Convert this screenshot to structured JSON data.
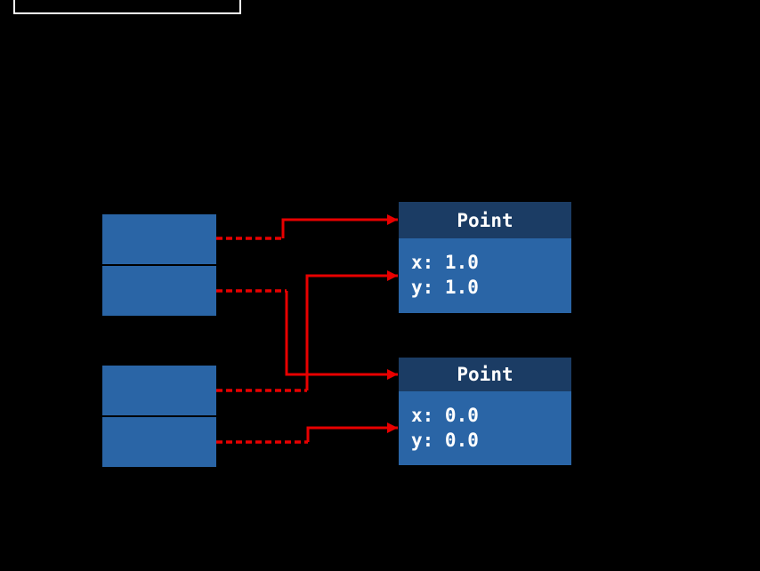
{
  "colors": {
    "background": "#000000",
    "slot_fill": "#2a65a6",
    "object_header_fill": "#1b3c64",
    "object_body_fill": "#2a65a6",
    "arrow_red": "#e80000",
    "outline_white": "#ffffff",
    "text_white": "#ffffff"
  },
  "legend_box": {
    "visible_part": "bottom edge and lower side edges of a white-outlined box cut off by the top of the image"
  },
  "frames": {
    "slot_count": 4,
    "slots": [
      {
        "id": "slot-1",
        "label": ""
      },
      {
        "id": "slot-2",
        "label": ""
      },
      {
        "id": "slot-3",
        "label": ""
      },
      {
        "id": "slot-4",
        "label": ""
      }
    ]
  },
  "objects": [
    {
      "id": "point-1",
      "class_name": "Point",
      "fields": [
        "x: 1.0",
        "y: 1.0"
      ]
    },
    {
      "id": "point-2",
      "class_name": "Point",
      "fields": [
        "x: 0.0",
        "y: 0.0"
      ]
    }
  ],
  "references": [
    {
      "from": "slot-1",
      "to": "point-1",
      "target_part": "header"
    },
    {
      "from": "slot-2",
      "to": "point-2",
      "target_part": "header"
    },
    {
      "from": "slot-3",
      "to": "point-1",
      "target_part": "body"
    },
    {
      "from": "slot-4",
      "to": "point-2",
      "target_part": "body"
    }
  ]
}
